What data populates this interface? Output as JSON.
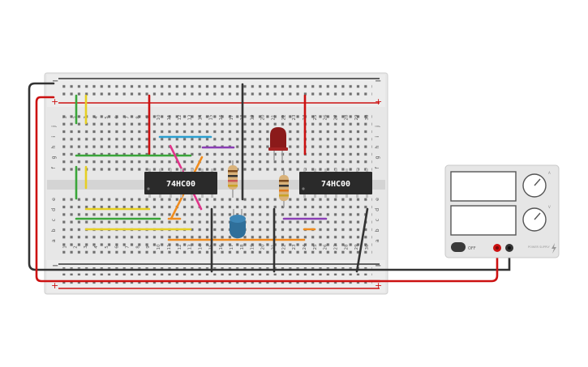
{
  "breadboard": {
    "rail_plus_label": "+",
    "rail_minus_label": "−",
    "column_numbers": [
      "1",
      "2",
      "3",
      "4",
      "5",
      "6",
      "7",
      "8",
      "9",
      "10",
      "11",
      "12",
      "13",
      "14",
      "15",
      "16",
      "17",
      "18",
      "19",
      "20",
      "21",
      "22",
      "23",
      "24",
      "25",
      "26",
      "27",
      "28",
      "29",
      "30"
    ],
    "row_letters_top": [
      "j",
      "i",
      "h",
      "g",
      "f"
    ],
    "row_letters_bottom": [
      "e",
      "d",
      "c",
      "b",
      "a"
    ]
  },
  "chips": [
    {
      "label": "74HC00"
    },
    {
      "label": "74HC00"
    }
  ],
  "power_supply": {
    "off_label": "OFF",
    "knob1_label": "A",
    "knob2_label": "V",
    "brand": "POWER SUPPLY",
    "colors": {
      "positive": "#cc1111",
      "negative": "#333333"
    }
  },
  "components": {
    "led_color": "#8b1a1a",
    "capacitor_color": "#2f6f9a",
    "resistor_color": "#d9b27a"
  }
}
